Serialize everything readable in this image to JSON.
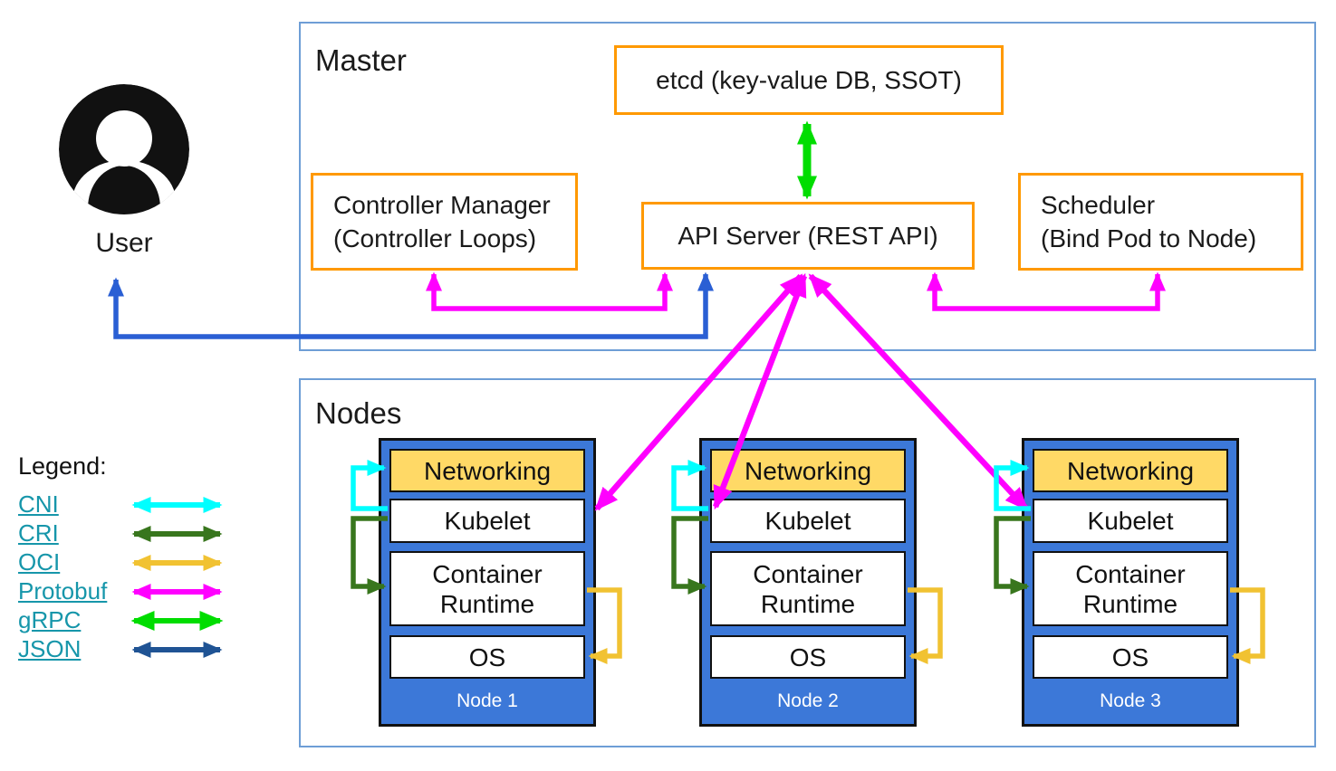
{
  "colors": {
    "panel_border": "#6E9ED6",
    "component_border": "#FF9900",
    "networking_fill": "#FFD966",
    "node_fill": "#3C78D8",
    "cni": "#00FFFF",
    "cri": "#38761D",
    "oci": "#F1C232",
    "protobuf": "#FF00FF",
    "grpc": "#00DD00",
    "json": "#1F5394",
    "user_arrow": "#2A5FD4",
    "legend_link": "#1696AA",
    "avatar": "#111111"
  },
  "master": {
    "title": "Master",
    "etcd_label": "etcd (key-value DB, SSOT)",
    "controller_manager": {
      "line1": "Controller Manager",
      "line2": "(Controller Loops)"
    },
    "api_server_label": "API Server (REST API)",
    "scheduler": {
      "line1": "Scheduler",
      "line2": "(Bind Pod to Node)"
    }
  },
  "user": {
    "label": "User"
  },
  "nodes": {
    "title": "Nodes",
    "layers": [
      "Networking",
      "Kubelet",
      "Container Runtime",
      "OS"
    ],
    "list": [
      {
        "name": "Node 1"
      },
      {
        "name": "Node 2"
      },
      {
        "name": "Node 3"
      }
    ]
  },
  "legend": {
    "title": "Legend:",
    "items": [
      {
        "label": "CNI"
      },
      {
        "label": "CRI"
      },
      {
        "label": "OCI"
      },
      {
        "label": "Protobuf"
      },
      {
        "label": "gRPC"
      },
      {
        "label": "JSON"
      }
    ]
  }
}
